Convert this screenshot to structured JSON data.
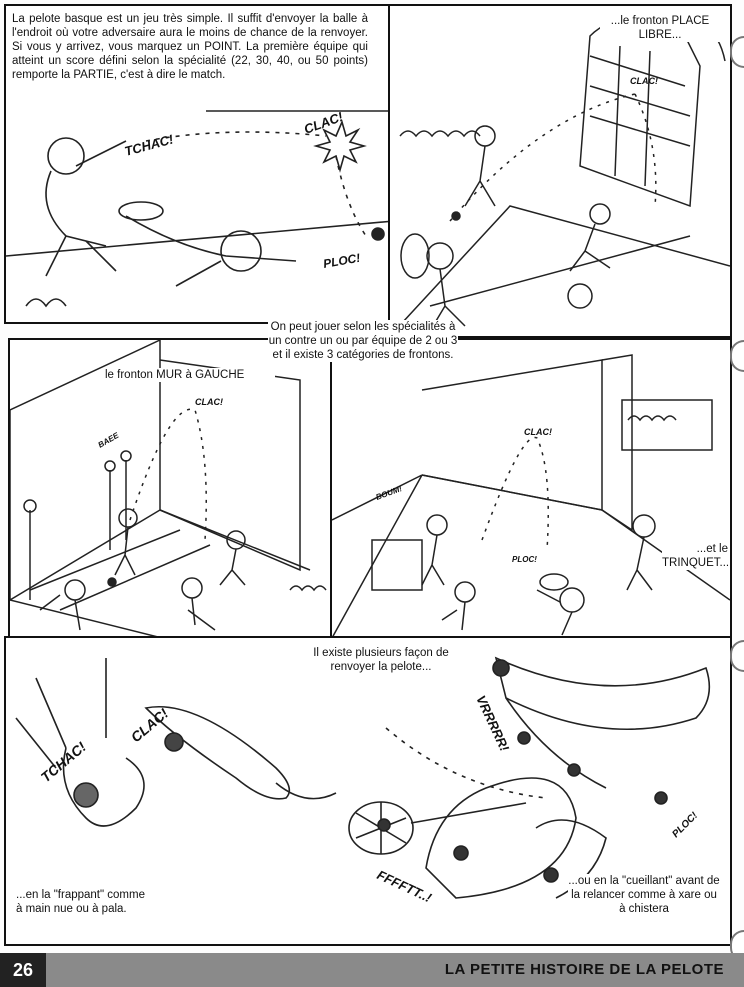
{
  "panel1": {
    "caption": "La pelote basque est un jeu très simple. Il suffit d'envoyer la balle à l'endroit où votre adversaire aura le moins de chance de la renvoyer. Si vous y arrivez, vous marquez un POINT. La première équipe qui atteint un score défini selon la spécialité (22, 30, 40, ou 50 points) remporte la PARTIE, c'est à dire le match.",
    "sfx": [
      "TCHAC!",
      "CLAC!",
      "PLOC!"
    ]
  },
  "panel2": {
    "caption": "...le fronton PLACE LIBRE...",
    "sfx": [
      "CLAC!"
    ]
  },
  "middle_note": "On peut jouer selon les spécialités à un contre un ou par équipe de 2 ou 3 et il existe 3 catégories de frontons.",
  "panel3": {
    "caption": "le fronton MUR à GAUCHE",
    "sfx": [
      "CLAC!",
      "BAEE"
    ]
  },
  "panel4": {
    "caption": "...et le TRINQUET...",
    "sfx": [
      "CLAC!",
      "BOUM!",
      "PLOC!"
    ]
  },
  "panel5": {
    "caption_top": "Il existe plusieurs façon de renvoyer la pelote...",
    "caption_left": "...en la \"frappant\" comme à main nue ou à pala.",
    "caption_right": "...ou en la \"cueillant\" avant de la relancer comme à xare ou à chistera",
    "sfx": [
      "TCHAC!",
      "CLAC!",
      "VRRRRR!",
      "FFFFTT..!",
      "PLOC!"
    ]
  },
  "footer": {
    "page_number": "26",
    "title": "LA PETITE HISTOIRE DE LA PELOTE"
  }
}
